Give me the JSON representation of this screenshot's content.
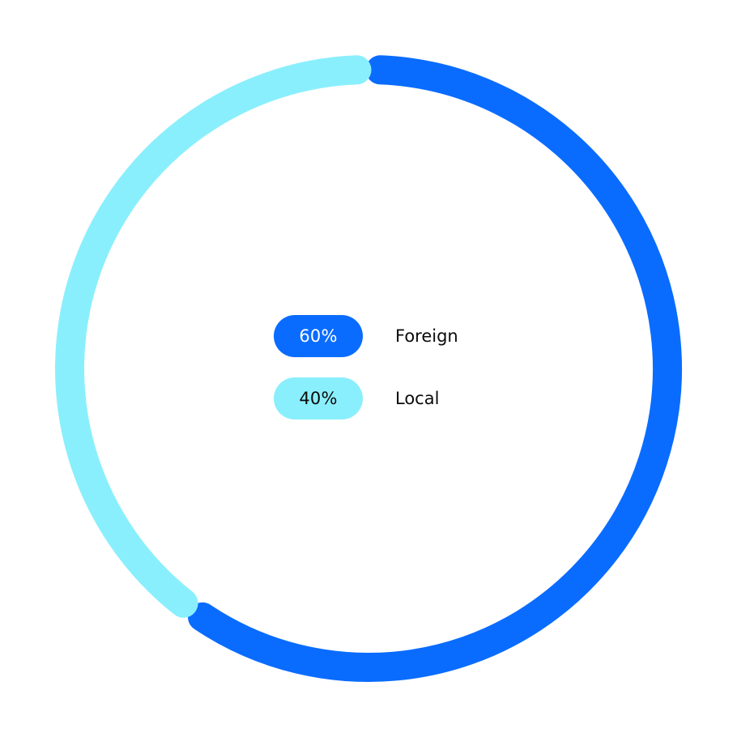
{
  "chart_data": {
    "type": "pie",
    "style": "donut",
    "categories": [
      "Foreign",
      "Local"
    ],
    "values": [
      60,
      40
    ],
    "value_labels": [
      "60%",
      "40%"
    ],
    "colors": [
      "#0a6cff",
      "#8aeffc"
    ],
    "label_text_colors": [
      "#ffffff",
      "#0b0b0b"
    ],
    "legend_placement": "center"
  }
}
